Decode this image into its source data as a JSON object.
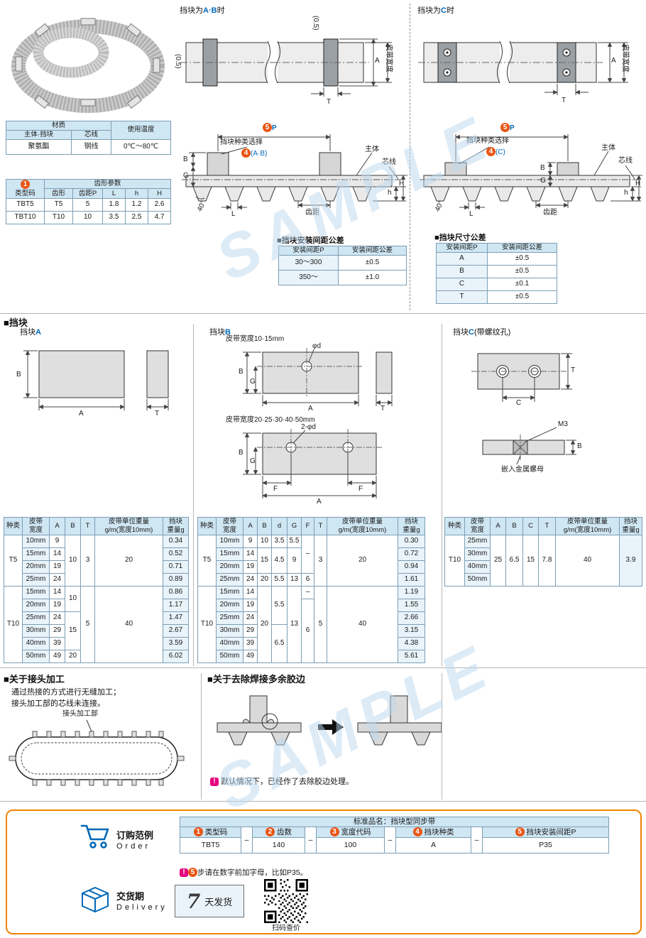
{
  "watermark": "SAMPLE",
  "header": {
    "ab_prefix": "挡块为",
    "ab_accent": "A·B",
    "ab_suffix": "时",
    "c_prefix": "挡块为",
    "c_accent": "C",
    "c_suffix": "时"
  },
  "material": {
    "h_material": "材质",
    "h_temp": "使用温度",
    "col_body": "主体·挡块",
    "col_core": "芯线",
    "val_body": "聚氨酯",
    "val_core": "钢线",
    "val_temp": "0℃～80℃"
  },
  "type": {
    "marker": "1",
    "title": "类型码",
    "group": "齿形参数",
    "headers": [
      "齿形",
      "齿距P",
      "L",
      "h",
      "H"
    ],
    "rows": [
      [
        "TBT5",
        "T5",
        "5",
        "1.8",
        "1.2",
        "2.6"
      ],
      [
        "TBT10",
        "T10",
        "10",
        "3.5",
        "2.5",
        "4.7"
      ]
    ]
  },
  "topview": {
    "tol": "(0.5)",
    "T": "T",
    "A": "A",
    "W": "皮带宽度"
  },
  "side": {
    "m5": "5",
    "P": "P",
    "select": "挡块种类选择",
    "m4": "4",
    "ab": "(A·B)",
    "c": "(C)",
    "body": "主体",
    "core": "芯线",
    "B": "B",
    "G": "G",
    "h": "h",
    "H": "H",
    "L": "L",
    "angle": "40°",
    "pitch": "齿距"
  },
  "install_tol": {
    "title": "■挡块安装间距公差",
    "h": [
      "安装间距P",
      "安装间距公差"
    ],
    "rows": [
      [
        "30～300",
        "±0.5"
      ],
      [
        "350～",
        "±1.0"
      ]
    ]
  },
  "size_tol": {
    "title": "■挡块尺寸公差",
    "h": [
      "安装间距P",
      "安装间距公差"
    ],
    "rows": [
      [
        "A",
        "±0.5"
      ],
      [
        "B",
        "±0.5"
      ],
      [
        "C",
        "±0.1"
      ],
      [
        "T",
        "±0.5"
      ]
    ]
  },
  "blocks": {
    "title": "■挡块",
    "a_prefix": "挡块",
    "a_accent": "A",
    "b_prefix": "挡块",
    "b_accent": "B",
    "c_prefix": "挡块",
    "c_accent": "C",
    "c_suffix": "(带螺纹孔)",
    "b_sub1": "皮带宽度10·15mm",
    "b_sub2": "皮带宽度20·25·30·40·50mm",
    "phid": "φd",
    "phid2": "2-φd",
    "A": "A",
    "B": "B",
    "T": "T",
    "G": "G",
    "F": "F",
    "C": "C",
    "m3": "M3",
    "insert_note": "嵌入金属螺母"
  },
  "table_a": {
    "h": {
      "kind": "种类",
      "width": "皮带\n宽度",
      "A": "A",
      "B": "B",
      "T": "T",
      "unit": "皮带单位重量\ng/m(宽度10mm)",
      "weight": "挡块\n重量g"
    },
    "t5": {
      "kind": "T5",
      "widths": [
        "10mm",
        "15mm",
        "20mm",
        "25mm"
      ],
      "A": [
        "9",
        "14",
        "19",
        "24"
      ],
      "B": "10",
      "T": "3",
      "unit": "20",
      "w": [
        "0.34",
        "0.52",
        "0.71",
        "0.89"
      ]
    },
    "t10": {
      "kind": "T10",
      "widths": [
        "15mm",
        "20mm",
        "25mm",
        "30mm",
        "40mm",
        "50mm"
      ],
      "A": [
        "14",
        "19",
        "24",
        "29",
        "39",
        "49"
      ],
      "B1": "10",
      "B2": "15",
      "B3": "20",
      "T": "5",
      "unit": "40",
      "w": [
        "0.86",
        "1.17",
        "1.47",
        "2.67",
        "3.59",
        "6.02"
      ]
    }
  },
  "table_b": {
    "h": {
      "kind": "种类",
      "width": "皮带\n宽度",
      "A": "A",
      "B": "B",
      "d": "d",
      "G": "G",
      "F": "F",
      "T": "T",
      "unit": "皮带单位重量\ng/m(宽度10mm)",
      "weight": "挡块\n重量g"
    },
    "t5": {
      "kind": "T5",
      "widths": [
        "10mm",
        "15mm",
        "20mm",
        "25mm"
      ],
      "A": [
        "9",
        "14",
        "19",
        "24"
      ],
      "B1": "10",
      "B2": "15",
      "B3": "20",
      "d1": "3.5",
      "d2": "4.5",
      "d3": "5.5",
      "G1": "5.5",
      "G2": "9",
      "G3": "13",
      "F1": "–",
      "F2": "6",
      "T": "3",
      "unit": "20",
      "w": [
        "0.30",
        "0.72",
        "0.94",
        "1.61"
      ]
    },
    "t10": {
      "kind": "T10",
      "widths": [
        "15mm",
        "20mm",
        "25mm",
        "30mm",
        "40mm",
        "50mm"
      ],
      "A": [
        "14",
        "19",
        "24",
        "29",
        "39",
        "49"
      ],
      "B": "20",
      "d1": "5.5",
      "d2": "6.5",
      "G": "13",
      "F1": "–",
      "F2": "6",
      "T": "5",
      "unit": "40",
      "w": [
        "1.19",
        "1.55",
        "2.66",
        "3.15",
        "4.38",
        "5.61"
      ]
    }
  },
  "table_c": {
    "h": {
      "kind": "种类",
      "width": "皮带\n宽度",
      "A": "A",
      "B": "B",
      "C": "C",
      "T": "T",
      "unit": "皮带单位重量\ng/m(宽度10mm)",
      "weight": "挡块\n重量g"
    },
    "t10": {
      "kind": "T10",
      "widths": [
        "25mm",
        "30mm",
        "40mm",
        "50mm"
      ],
      "A": "25",
      "B": "6.5",
      "C": "15",
      "T": "7.8",
      "unit": "40",
      "w": "3.9"
    }
  },
  "joint": {
    "title": "■关于接头加工",
    "line1": "通过热接的方式进行无缝加工；",
    "line2": "接头加工部的芯线未连接。",
    "label": "接头加工部"
  },
  "deburr": {
    "title": "■关于去除焊接多余胶边",
    "bang": "!",
    "note": "默认情况下，已经作了去除胶边处理。"
  },
  "order": {
    "cn": "订购范例",
    "en": "Order",
    "title": "标准品名：挡块型同步带",
    "m": [
      "1",
      "2",
      "3",
      "4",
      "5"
    ],
    "labels": [
      "类型码",
      "齿数",
      "宽度代码",
      "挡块种类",
      "挡块安装间距P"
    ],
    "values": [
      "TBT5",
      "140",
      "100",
      "A",
      "P35"
    ],
    "dash": "–",
    "bang": "!",
    "note_step": "5",
    "note": "步请在数字前加字母，比如P35。"
  },
  "delivery": {
    "cn": "交货期",
    "en": "Delivery",
    "num": "7",
    "text": "天发货",
    "qr": "扫码查价"
  }
}
